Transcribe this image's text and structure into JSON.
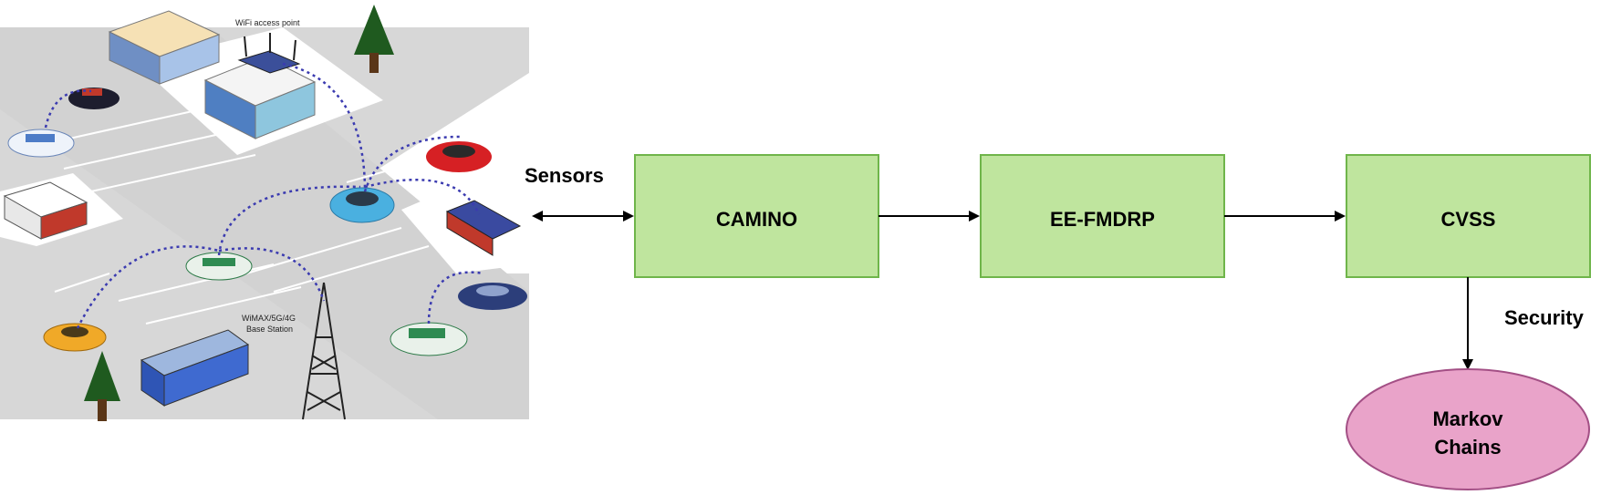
{
  "scene": {
    "wifi_label": "WiFi access point",
    "base_station_label_line1": "WiMAX/5G/4G",
    "base_station_label_line2": "Base Station"
  },
  "flow": {
    "sensors_label": "Sensors",
    "security_label": "Security",
    "boxes": {
      "camino": "CAMINO",
      "ee_fmdrp": "EE-FMDRP",
      "cvss": "CVSS"
    },
    "markov_line1": "Markov",
    "markov_line2": "Chains"
  },
  "colors": {
    "box_fill": "#bfe59e",
    "box_stroke": "#6fb54a",
    "ellipse_fill": "#e9a3c9",
    "ellipse_stroke": "#a34f85",
    "road": "#d4d4d4",
    "link": "#3b3bb0"
  }
}
